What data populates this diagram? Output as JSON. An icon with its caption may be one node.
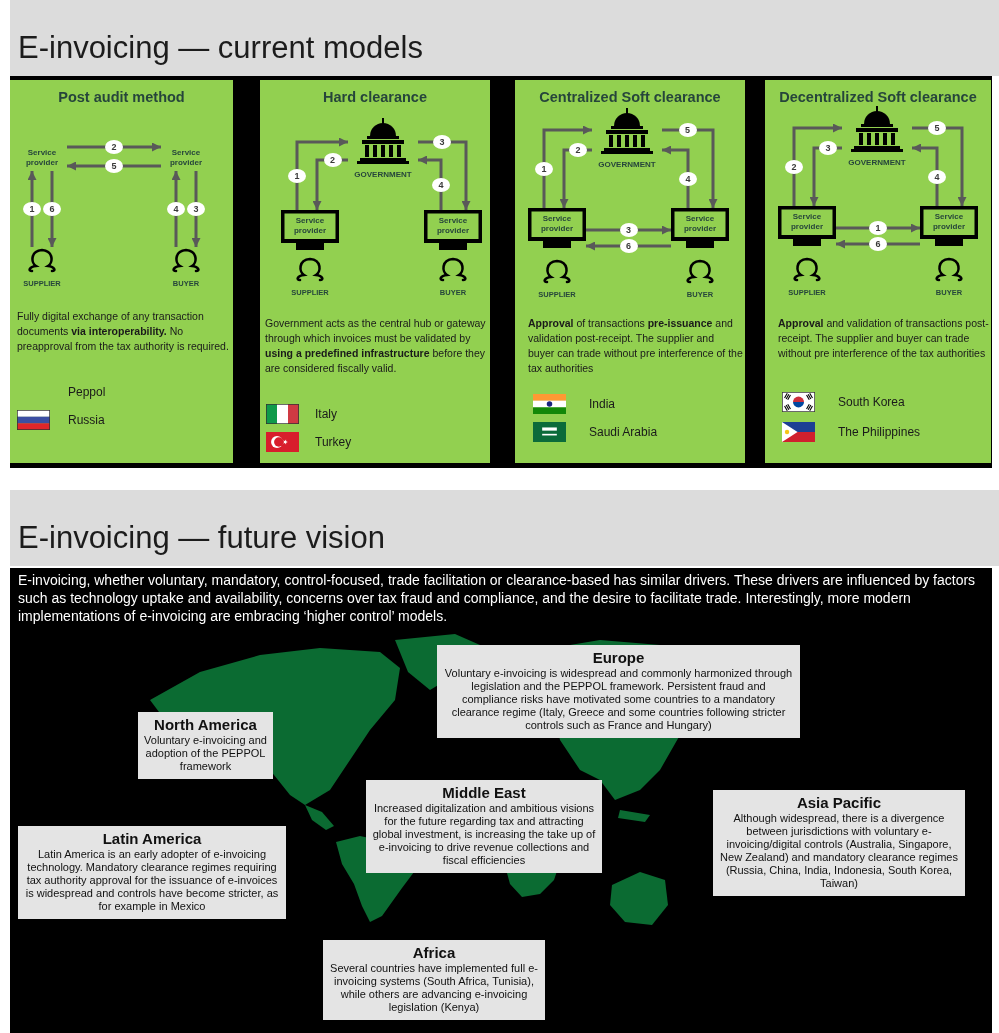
{
  "diagram": {
    "nodes": [
      {
        "text": [
          "E-invoicing — current models"
        ]
      },
      {
        "text": [
          "Post audit method",
          "Fully digital exchange of any transaction documents **via interoperability.** No preapproval from the tax authority is required.",
          "Peppol",
          "Russia"
        ]
      },
      {
        "text": [
          "Service provider"
        ],
        "in": 1
      },
      {
        "text": [
          "Service provider"
        ],
        "in": 1
      },
      {
        "text": [
          "SUPPLIER"
        ],
        "in": 1
      },
      {
        "text": [
          "BUYER"
        ],
        "in": 1
      },
      {
        "text": [
          "Hard clearance",
          "Government acts as the central hub or gateway through which invoices must be validated by **using a predefined infrastructure** before they are considered fiscally valid.",
          "Italy",
          "Turkey"
        ]
      },
      {
        "text": [
          "GOVERNMENT"
        ],
        "in": 6
      },
      {
        "text": [
          "Service provider"
        ],
        "in": 6
      },
      {
        "text": [
          "Service provider"
        ],
        "in": 6
      },
      {
        "text": [
          "SUPPLIER"
        ],
        "in": 6
      },
      {
        "text": [
          "BUYER"
        ],
        "in": 6
      },
      {
        "text": [
          "Centralized Soft clearance",
          "**Approval** of transactions **pre-issuance** and validation post-receipt. The supplier and buyer can trade without pre interference of the tax authorities",
          "India",
          "Saudi Arabia"
        ]
      },
      {
        "text": [
          "GOVERNMENT"
        ],
        "in": 12
      },
      {
        "text": [
          "Service provider"
        ],
        "in": 12
      },
      {
        "text": [
          "Service provider"
        ],
        "in": 12
      },
      {
        "text": [
          "SUPPLIER"
        ],
        "in": 12
      },
      {
        "text": [
          "BUYER"
        ],
        "in": 12
      },
      {
        "text": [
          "Decentralized Soft clearance",
          "**Approval** and validation of transactions post-receipt. The supplier and buyer can trade without pre interference of the tax authorities",
          "South Korea",
          "The Philippines"
        ]
      },
      {
        "text": [
          "GOVERNMENT"
        ],
        "in": 18
      },
      {
        "text": [
          "Service provider"
        ],
        "in": 18
      },
      {
        "text": [
          "Service provider"
        ],
        "in": 18
      },
      {
        "text": [
          "SUPPLIER"
        ],
        "in": 18
      },
      {
        "text": [
          "BUYER"
        ],
        "in": 18
      },
      {
        "text": [
          "E-invoicing — future vision"
        ]
      },
      {
        "text": [
          "E-invoicing, whether voluntary, mandatory, control-focused, trade facilitation or clearance-based has similar drivers. These drivers are influenced by factors such as technology uptake and availability, concerns over tax fraud and compliance, and the desire to facilitate trade. Interestingly, more modern implementations of e-invoicing are embracing ‘higher control’ models."
        ]
      },
      {
        "text": [
          "Europe",
          "Voluntary e-invoicing is widespread and commonly harmonized through legislation and the PEPPOL framework. Persistent fraud and compliance risks have motivated some countries to a mandatory clearance regime (Italy, Greece and some countries following stricter controls such as France and Hungary)"
        ],
        "in": 25
      },
      {
        "text": [
          "North America",
          "Voluntary e-invoicing and adoption of the PEPPOL framework"
        ],
        "in": 25
      },
      {
        "text": [
          "Middle East",
          "Increased digitalization and ambitious visions for the future regarding tax and attracting global investment, is increasing the take up of e-invoicing to drive revenue collections and fiscal efficiencies"
        ],
        "in": 25
      },
      {
        "text": [
          "Asia Pacific",
          "Although widespread, there is a divergence between jurisdictions with voluntary e-invoicing/digital controls (Australia, Singapore, New Zealand) and mandatory clearance regimes (Russia, China, India, Indonesia, South Korea, Taiwan)"
        ],
        "in": 25
      },
      {
        "text": [
          "Latin America",
          "Latin America is an early adopter of e-invoicing technology. Mandatory clearance regimes requiring tax authority approval for the issuance of e-invoices is widespread and controls have become stricter, as for example in Mexico"
        ],
        "in": 25
      },
      {
        "text": [
          "Africa",
          "Several countries have implemented full e-invoicing systems (South Africa, Tunisia), while others are advancing e-invoicing legislation (Kenya)"
        ],
        "in": 25
      }
    ],
    "edges": [
      {
        "from": 4,
        "to": 2,
        "arrow": "to",
        "label": "1"
      },
      {
        "from": 2,
        "to": 3,
        "arrow": "to",
        "label": "2"
      },
      {
        "from": 3,
        "to": 5,
        "arrow": "to",
        "label": "3"
      },
      {
        "from": 5,
        "to": 3,
        "arrow": "to",
        "label": "4"
      },
      {
        "from": 3,
        "to": 2,
        "arrow": "to",
        "label": "5"
      },
      {
        "from": 2,
        "to": 4,
        "arrow": "to",
        "label": "6"
      },
      {
        "from": 8,
        "to": 7,
        "arrow": "to",
        "label": "1"
      },
      {
        "from": 7,
        "to": 8,
        "arrow": "to",
        "label": "2"
      },
      {
        "from": 7,
        "to": 9,
        "arrow": "to",
        "label": "3"
      },
      {
        "from": 9,
        "to": 7,
        "arrow": "to",
        "label": "4"
      },
      {
        "from": 14,
        "to": 13,
        "arrow": "to",
        "label": "1"
      },
      {
        "from": 13,
        "to": 14,
        "arrow": "to",
        "label": "2"
      },
      {
        "from": 14,
        "to": 15,
        "arrow": "to",
        "label": "3"
      },
      {
        "from": 15,
        "to": 13,
        "arrow": "to",
        "label": "4"
      },
      {
        "from": 13,
        "to": 15,
        "arrow": "to",
        "label": "5"
      },
      {
        "from": 15,
        "to": 14,
        "arrow": "to",
        "label": "6"
      },
      {
        "from": 20,
        "to": 21,
        "arrow": "to",
        "label": "1"
      },
      {
        "from": 20,
        "to": 19,
        "arrow": "to",
        "label": "2"
      },
      {
        "from": 19,
        "to": 20,
        "arrow": "to",
        "label": "3"
      },
      {
        "from": 21,
        "to": 19,
        "arrow": "to",
        "label": "4"
      },
      {
        "from": 19,
        "to": 21,
        "arrow": "to",
        "label": "5"
      },
      {
        "from": 21,
        "to": 20,
        "arrow": "to",
        "label": "6"
      }
    ]
  }
}
